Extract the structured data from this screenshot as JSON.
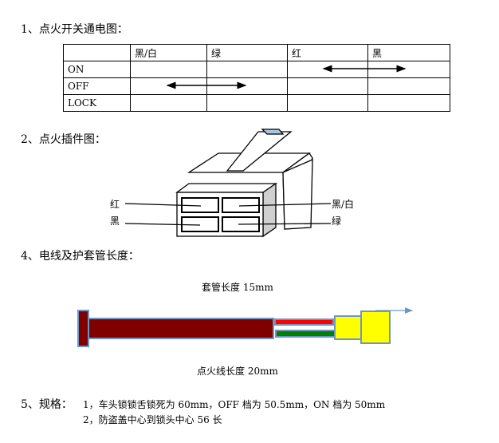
{
  "section1": {
    "title": "1、点火开关通电图：",
    "headers": [
      "",
      "黑/白",
      "绿",
      "红",
      "黑"
    ],
    "rows": [
      "ON",
      "OFF",
      "LOCK"
    ]
  },
  "section2": {
    "title": "2、点火插件图：",
    "labels": {
      "red": "红",
      "black": "黑",
      "black_white": "黑/白",
      "green": "绿"
    }
  },
  "section4": {
    "title": "4、电线及护套管长度：",
    "sleeve_length": "套管长度 15mm",
    "wire_length": "点火线长度 20mm"
  },
  "section5": {
    "title": "5、规格：",
    "spec1": "1，车头锁锁舌锁死为 60mm，OFF 档为 50.5mm，ON 档为 50mm",
    "spec2": "2，防盗盖中心到锁头中心 56 长"
  },
  "colors": {
    "sleeve": "#800000",
    "red_wire": "#ff0000",
    "green_wire": "#008000",
    "plug": "#ffff00",
    "outline": "#6f96c2"
  }
}
